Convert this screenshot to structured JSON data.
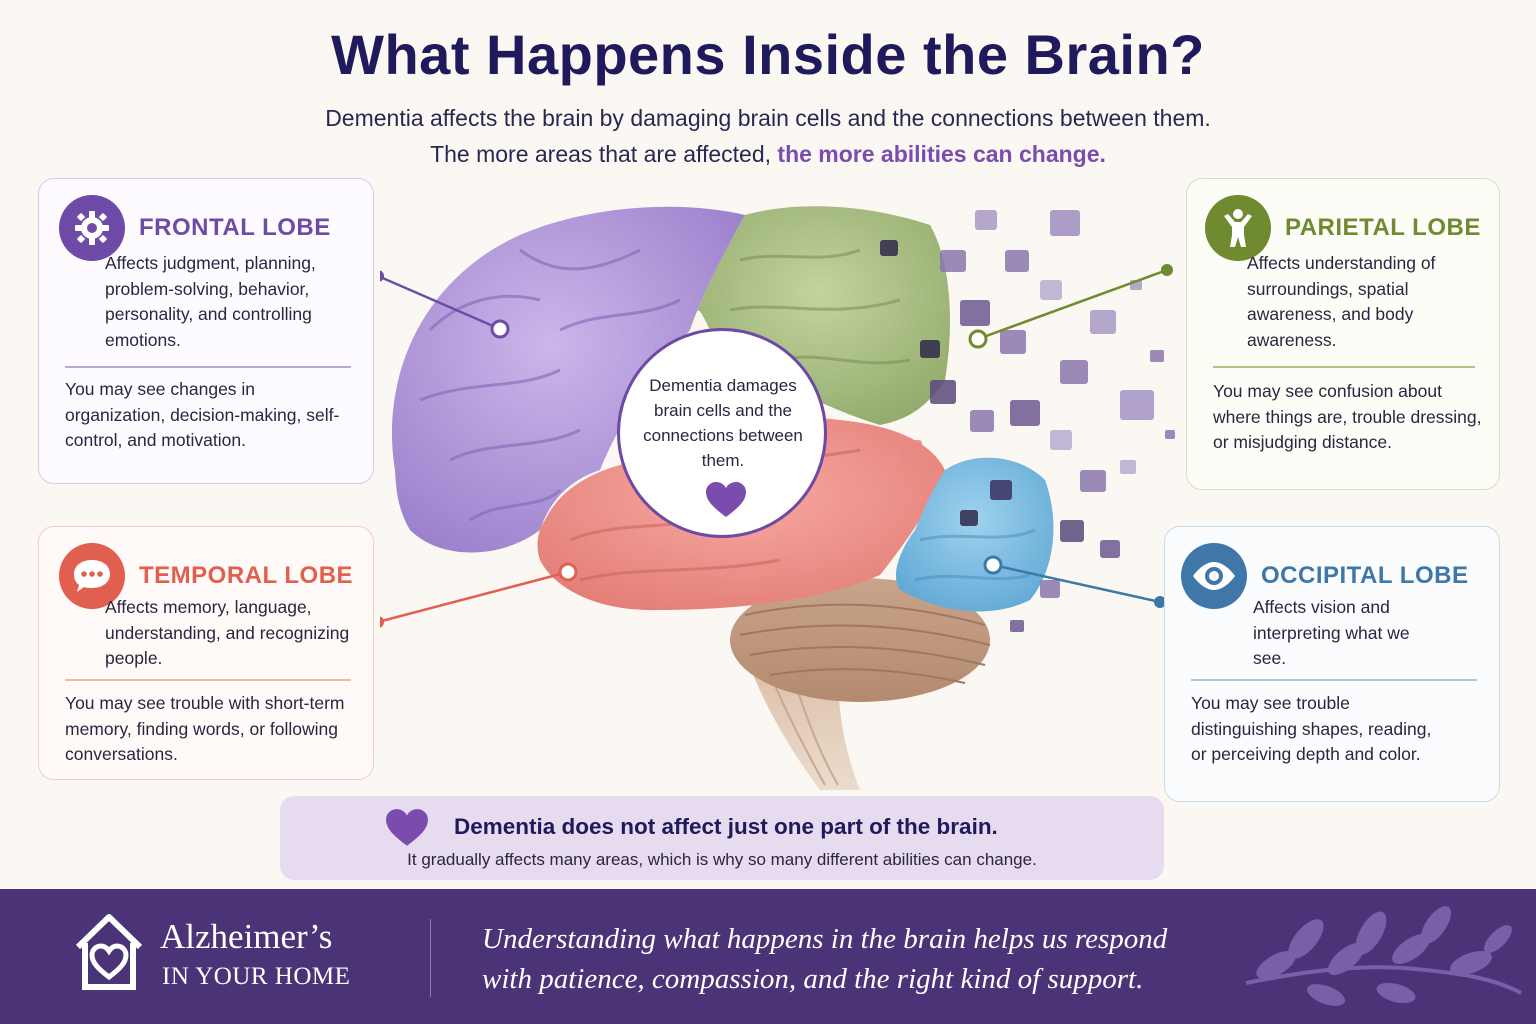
{
  "header": {
    "title": "What Happens Inside the Brain?",
    "subtitle_line1": "Dementia affects the brain by damaging brain cells and the connections between them.",
    "subtitle_line2_plain": "The more areas that are affected,",
    "subtitle_line2_accent": "the more abilities can change."
  },
  "center": {
    "text": "Dementia damages brain cells and the connections between them."
  },
  "lobes": {
    "frontal": {
      "name": "FRONTAL LOBE",
      "color": "#6e4ba6",
      "icon": "brain-gear-icon",
      "description": "Affects judgment, planning, problem-solving, behavior, personality, and controlling emotions.",
      "signs": "You may see changes in organization, decision-making, self-control, and motivation."
    },
    "temporal": {
      "name": "TEMPORAL LOBE",
      "color": "#e05f4e",
      "icon": "speech-bubble-icon",
      "description": "Affects memory, language, understanding, and recognizing people.",
      "signs": "You may see trouble with short-term memory, finding words, or following conversations."
    },
    "parietal": {
      "name": "PARIETAL LOBE",
      "color": "#6f8a2f",
      "icon": "person-icon",
      "description": "Affects understanding of surroundings, spatial awareness, and body awareness.",
      "signs": "You may see confusion about where things are, trouble dressing, or misjudging distance."
    },
    "occipital": {
      "name": "OCCIPITAL LOBE",
      "color": "#3f78a8",
      "icon": "eye-icon",
      "description": "Affects vision and interpreting what we see.",
      "signs": "You may see trouble distinguishing shapes, reading, or perceiving depth and color."
    }
  },
  "callout": {
    "main": "Dementia does not affect just one part of the brain.",
    "sub": "It gradually affects many areas, which is why so many different abilities can change."
  },
  "footer": {
    "brand_line1": "Alzheimer’s",
    "brand_line2": "IN YOUR HOME",
    "quote_line1": "Understanding what happens in the brain helps us respond",
    "quote_line2": "with patience, compassion, and the right kind of support."
  }
}
